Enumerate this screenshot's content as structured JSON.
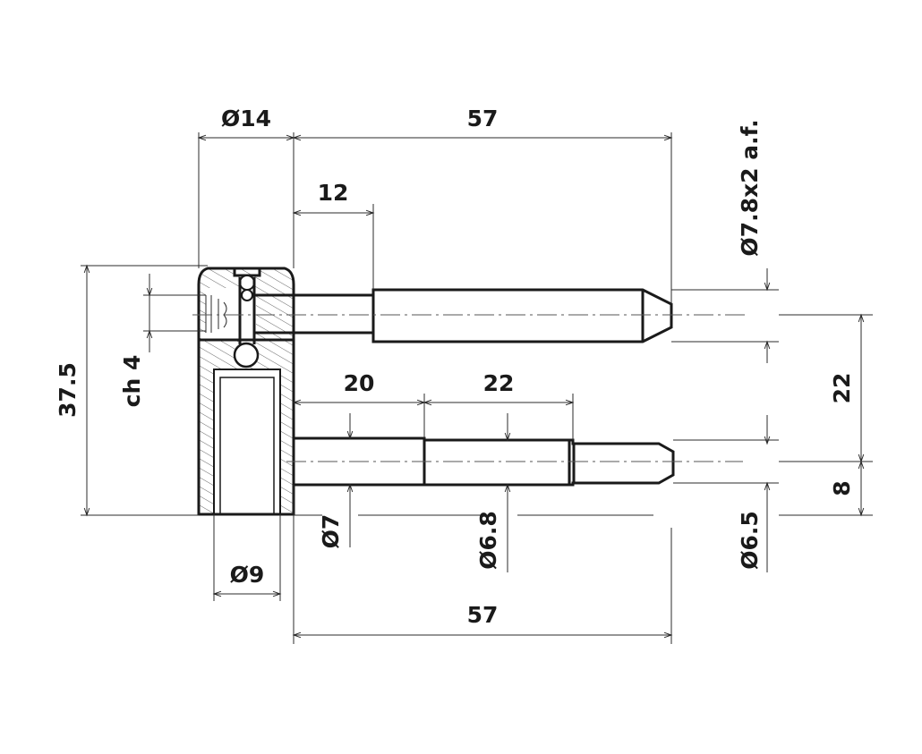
{
  "dimensions": {
    "d14": "Ø14",
    "len57_top": "57",
    "len12": "12",
    "d78": "Ø7.8x2 a.f.",
    "h375": "37.5",
    "ch4": "ch 4",
    "len20": "20",
    "len22_h": "22",
    "v22": "22",
    "v8": "8",
    "d7": "Ø7",
    "d68": "Ø6.8",
    "d65": "Ø6.5",
    "d9": "Ø9",
    "len57_bottom": "57"
  }
}
